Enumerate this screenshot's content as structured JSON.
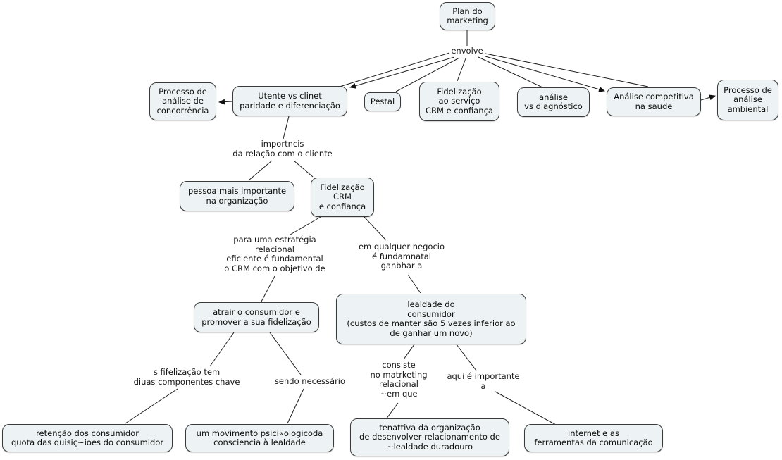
{
  "diagram": {
    "title": "Plan do marketing",
    "colors": {
      "node_fill": "#edf3f4",
      "node_border": "#3a3a3a",
      "line": "#1c1c1c",
      "background": "#ffffff"
    },
    "nodes": [
      {
        "id": "plan-do-marketing",
        "text": "Plan do\nmarketing"
      },
      {
        "id": "processo-concorrencia",
        "text": "Processo de\nanálise de\nconcorrência"
      },
      {
        "id": "utente-vs-clinet",
        "text": "Utente vs clinet\nparidade e diferenciação"
      },
      {
        "id": "pestal",
        "text": "Pestal"
      },
      {
        "id": "fidelizacao-servico",
        "text": "Fidelização\nao serviço\nCRM e confiança"
      },
      {
        "id": "analise-vs-diagnostico",
        "text": "análise\nvs diagnóstico"
      },
      {
        "id": "analise-competitiva",
        "text": "Análise competitiva\nna saude"
      },
      {
        "id": "processo-ambiental",
        "text": "Processo de\nanálise\nambiental"
      },
      {
        "id": "pessoa-mais-importante",
        "text": "pessoa mais importante\nna organização"
      },
      {
        "id": "fidelizacao-crm",
        "text": "Fidelização\nCRM\ne confiança"
      },
      {
        "id": "atrair-consumidor",
        "text": "atrair o consumidor e\npromover a sua fidelização"
      },
      {
        "id": "lealdade-consumidor",
        "text": "lealdade do\nconsumidor\n(custos de manter são 5 vezes inferior ao\nde ganhar um novo)"
      },
      {
        "id": "retencao-consumidor",
        "text": "retenção dos consumidor\nquota das quisiç~ioes do consumidor"
      },
      {
        "id": "movimento-psicologico",
        "text": "um movimento psici«ologicoda\nconsciencia à lealdade"
      },
      {
        "id": "tenattiva-organizacao",
        "text": "tenattiva da organização\nde desenvolver relacionamento de\n~lealdade duradouro"
      },
      {
        "id": "internet-ferramentas",
        "text": "internet e as\nferramentas da comunicação"
      }
    ],
    "link_labels": [
      {
        "id": "envolve",
        "text": "envolve"
      },
      {
        "id": "importncis",
        "text": "importncis\nda relação com o cliente"
      },
      {
        "id": "para-uma",
        "text": "para uma estratégia\nrelacional\neficiente é fundamental\no CRM com o objetivo de"
      },
      {
        "id": "em-qualquer",
        "text": "em qualquer negocio\né fundamnatal\nganbhar a"
      },
      {
        "id": "s-fifelizacao",
        "text": "s fifelização tem\ndiuas componentes chave"
      },
      {
        "id": "sendo",
        "text": "sendo necessário"
      },
      {
        "id": "consiste",
        "text": "consiste\nno matrketing\nrelacional\n~em que"
      },
      {
        "id": "aqui",
        "text": "aqui é importante\na"
      }
    ]
  }
}
